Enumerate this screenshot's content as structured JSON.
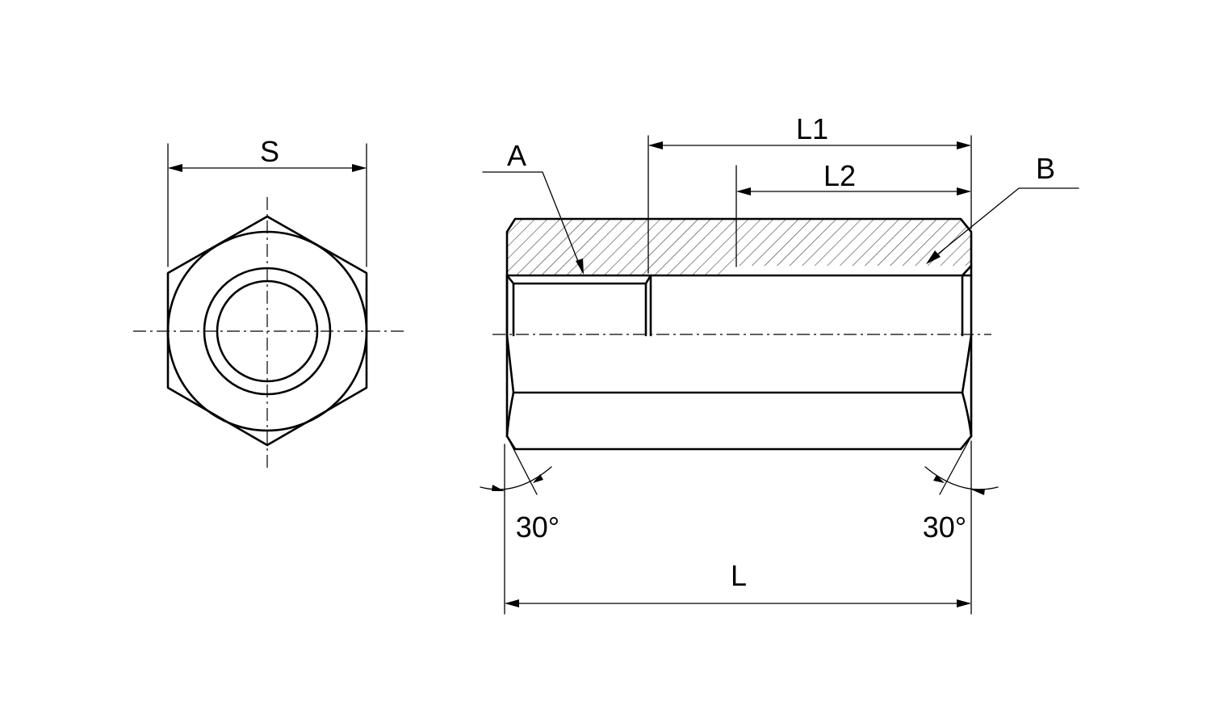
{
  "labels": {
    "s": "S",
    "l1": "L1",
    "l2": "L2",
    "l": "L",
    "a": "A",
    "b": "B",
    "angle_left": "30°",
    "angle_right": "30°"
  }
}
